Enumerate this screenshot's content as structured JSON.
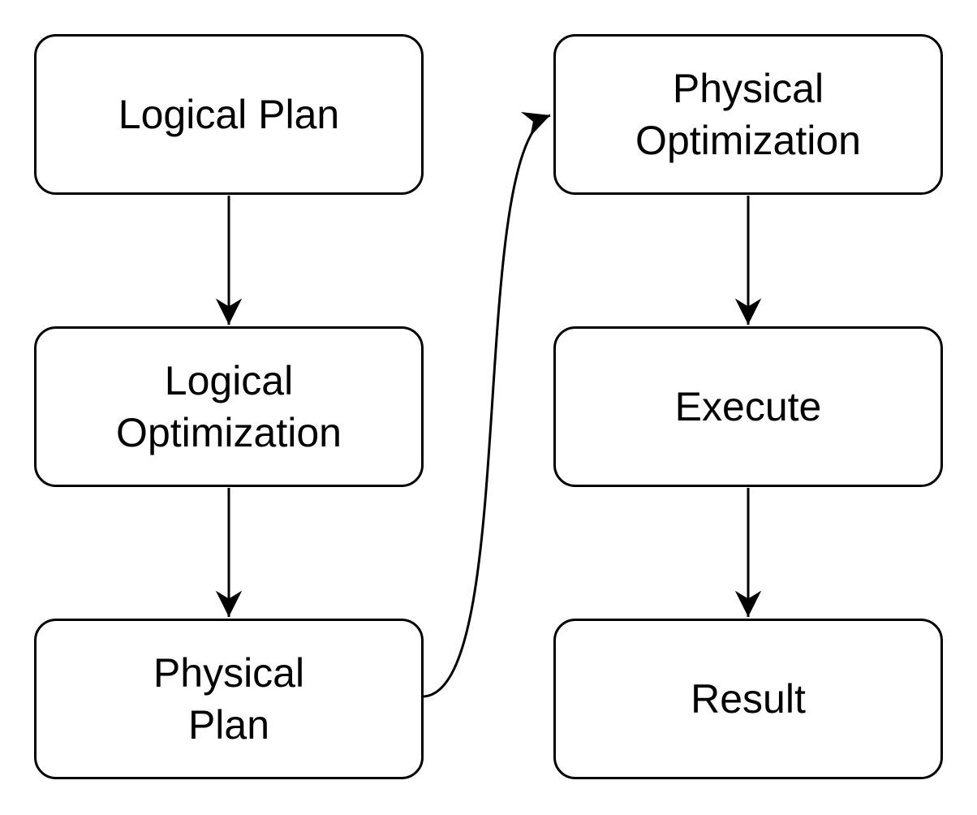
{
  "colors": {
    "background": "#ffffff",
    "node_fill": "#ffffff",
    "stroke": "#000000",
    "text": "#000000"
  },
  "nodes": [
    {
      "id": "logical-plan",
      "label": "Logical Plan"
    },
    {
      "id": "physical-optimization",
      "label": "Physical\nOptimization"
    },
    {
      "id": "logical-optimization",
      "label": "Logical\nOptimization"
    },
    {
      "id": "execute",
      "label": "Execute"
    },
    {
      "id": "physical-plan",
      "label": "Physical\nPlan"
    },
    {
      "id": "result",
      "label": "Result"
    }
  ],
  "edges": [
    {
      "from": "logical-plan",
      "to": "logical-optimization",
      "style": "straight-down"
    },
    {
      "from": "logical-optimization",
      "to": "physical-plan",
      "style": "straight-down"
    },
    {
      "from": "physical-plan",
      "to": "physical-optimization",
      "style": "curved-right-up"
    },
    {
      "from": "physical-optimization",
      "to": "execute",
      "style": "straight-down"
    },
    {
      "from": "execute",
      "to": "result",
      "style": "straight-down"
    }
  ]
}
